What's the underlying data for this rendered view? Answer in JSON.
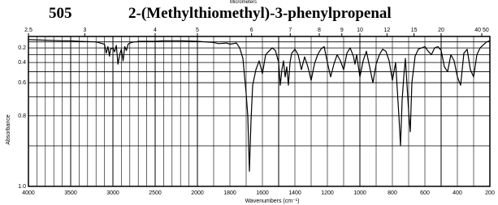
{
  "header": {
    "compound_number": "505",
    "compound_name": "2-(Methylthiomethyl)-3-phenylpropenal",
    "top_axis_label": "Micrometers"
  },
  "chart_data": {
    "type": "line",
    "title": "2-(Methylthiomethyl)-3-phenylpropenal",
    "xlabel": "Wavenumbers (cm⁻¹)",
    "ylabel": "Absorbance",
    "xlim": [
      4000,
      200
    ],
    "ylim": [
      0,
      1.0
    ],
    "grid": true,
    "x_ticks": [
      4000,
      3500,
      3000,
      2500,
      2000,
      1800,
      1600,
      1400,
      1200,
      1000,
      800,
      600,
      400,
      200
    ],
    "x_tick_labels": [
      "4000",
      "3500",
      "3000",
      "2500",
      "2000",
      "1800",
      "1600",
      "1400",
      "1200",
      "1000",
      "800",
      "600",
      "400",
      "200"
    ],
    "y_ticks": [
      0.2,
      0.4,
      0.6,
      0.8,
      1.0
    ],
    "y_tick_labels": [
      "0.2",
      "0.4",
      "0.6",
      "0.8",
      "1.0"
    ],
    "top_ticks": [
      2.5,
      3,
      4,
      5,
      6,
      7,
      8,
      9,
      10,
      12,
      15,
      20,
      40
    ],
    "top_tick_labels": [
      "2.5",
      "3",
      "4",
      "5",
      "6",
      "7",
      "8",
      "9",
      "10",
      "12",
      "15",
      "20",
      "40 50"
    ],
    "series": [
      {
        "x": [
          4000,
          3800,
          3600,
          3500,
          3400,
          3200,
          3100,
          3080,
          3060,
          3040,
          3030,
          3000,
          2980,
          2960,
          2940,
          2920,
          2900,
          2880,
          2860,
          2840,
          2820,
          2800,
          2750,
          2720,
          2700,
          2600,
          2500,
          2400,
          2200,
          2000,
          1950,
          1900,
          1870,
          1820,
          1800,
          1760,
          1740,
          1720,
          1700,
          1690,
          1680,
          1670,
          1660,
          1640,
          1620,
          1600,
          1580,
          1560,
          1540,
          1520,
          1500,
          1490,
          1480,
          1470,
          1460,
          1450,
          1440,
          1430,
          1420,
          1400,
          1380,
          1360,
          1340,
          1320,
          1300,
          1280,
          1260,
          1240,
          1220,
          1200,
          1180,
          1160,
          1140,
          1120,
          1100,
          1080,
          1060,
          1040,
          1030,
          1020,
          1000,
          980,
          960,
          940,
          920,
          900,
          880,
          860,
          840,
          820,
          800,
          780,
          760,
          750,
          740,
          730,
          720,
          700,
          690,
          680,
          660,
          640,
          620,
          600,
          580,
          560,
          540,
          520,
          500,
          480,
          460,
          440,
          420,
          400,
          380,
          360,
          340,
          320,
          300,
          280,
          260,
          240,
          220,
          200
        ],
        "y": [
          0.06,
          0.07,
          0.08,
          0.08,
          0.09,
          0.1,
          0.14,
          0.28,
          0.18,
          0.32,
          0.22,
          0.2,
          0.26,
          0.16,
          0.42,
          0.3,
          0.22,
          0.38,
          0.18,
          0.24,
          0.14,
          0.12,
          0.1,
          0.1,
          0.09,
          0.09,
          0.09,
          0.08,
          0.08,
          0.09,
          0.1,
          0.11,
          0.13,
          0.12,
          0.14,
          0.12,
          0.2,
          0.35,
          0.68,
          0.8,
          0.95,
          0.82,
          0.62,
          0.48,
          0.38,
          0.52,
          0.3,
          0.25,
          0.2,
          0.24,
          0.4,
          0.62,
          0.48,
          0.38,
          0.55,
          0.45,
          0.62,
          0.4,
          0.28,
          0.22,
          0.3,
          0.48,
          0.33,
          0.45,
          0.58,
          0.42,
          0.3,
          0.22,
          0.18,
          0.4,
          0.55,
          0.42,
          0.3,
          0.38,
          0.48,
          0.28,
          0.2,
          0.32,
          0.42,
          0.3,
          0.55,
          0.38,
          0.25,
          0.45,
          0.6,
          0.42,
          0.3,
          0.22,
          0.25,
          0.38,
          0.58,
          0.4,
          0.8,
          0.9,
          0.72,
          0.55,
          0.35,
          0.78,
          0.86,
          0.6,
          0.32,
          0.22,
          0.2,
          0.18,
          0.25,
          0.3,
          0.2,
          0.18,
          0.24,
          0.45,
          0.5,
          0.3,
          0.38,
          0.55,
          0.62,
          0.28,
          0.22,
          0.48,
          0.55,
          0.3,
          0.2,
          0.15,
          0.1,
          0.08
        ]
      }
    ]
  }
}
